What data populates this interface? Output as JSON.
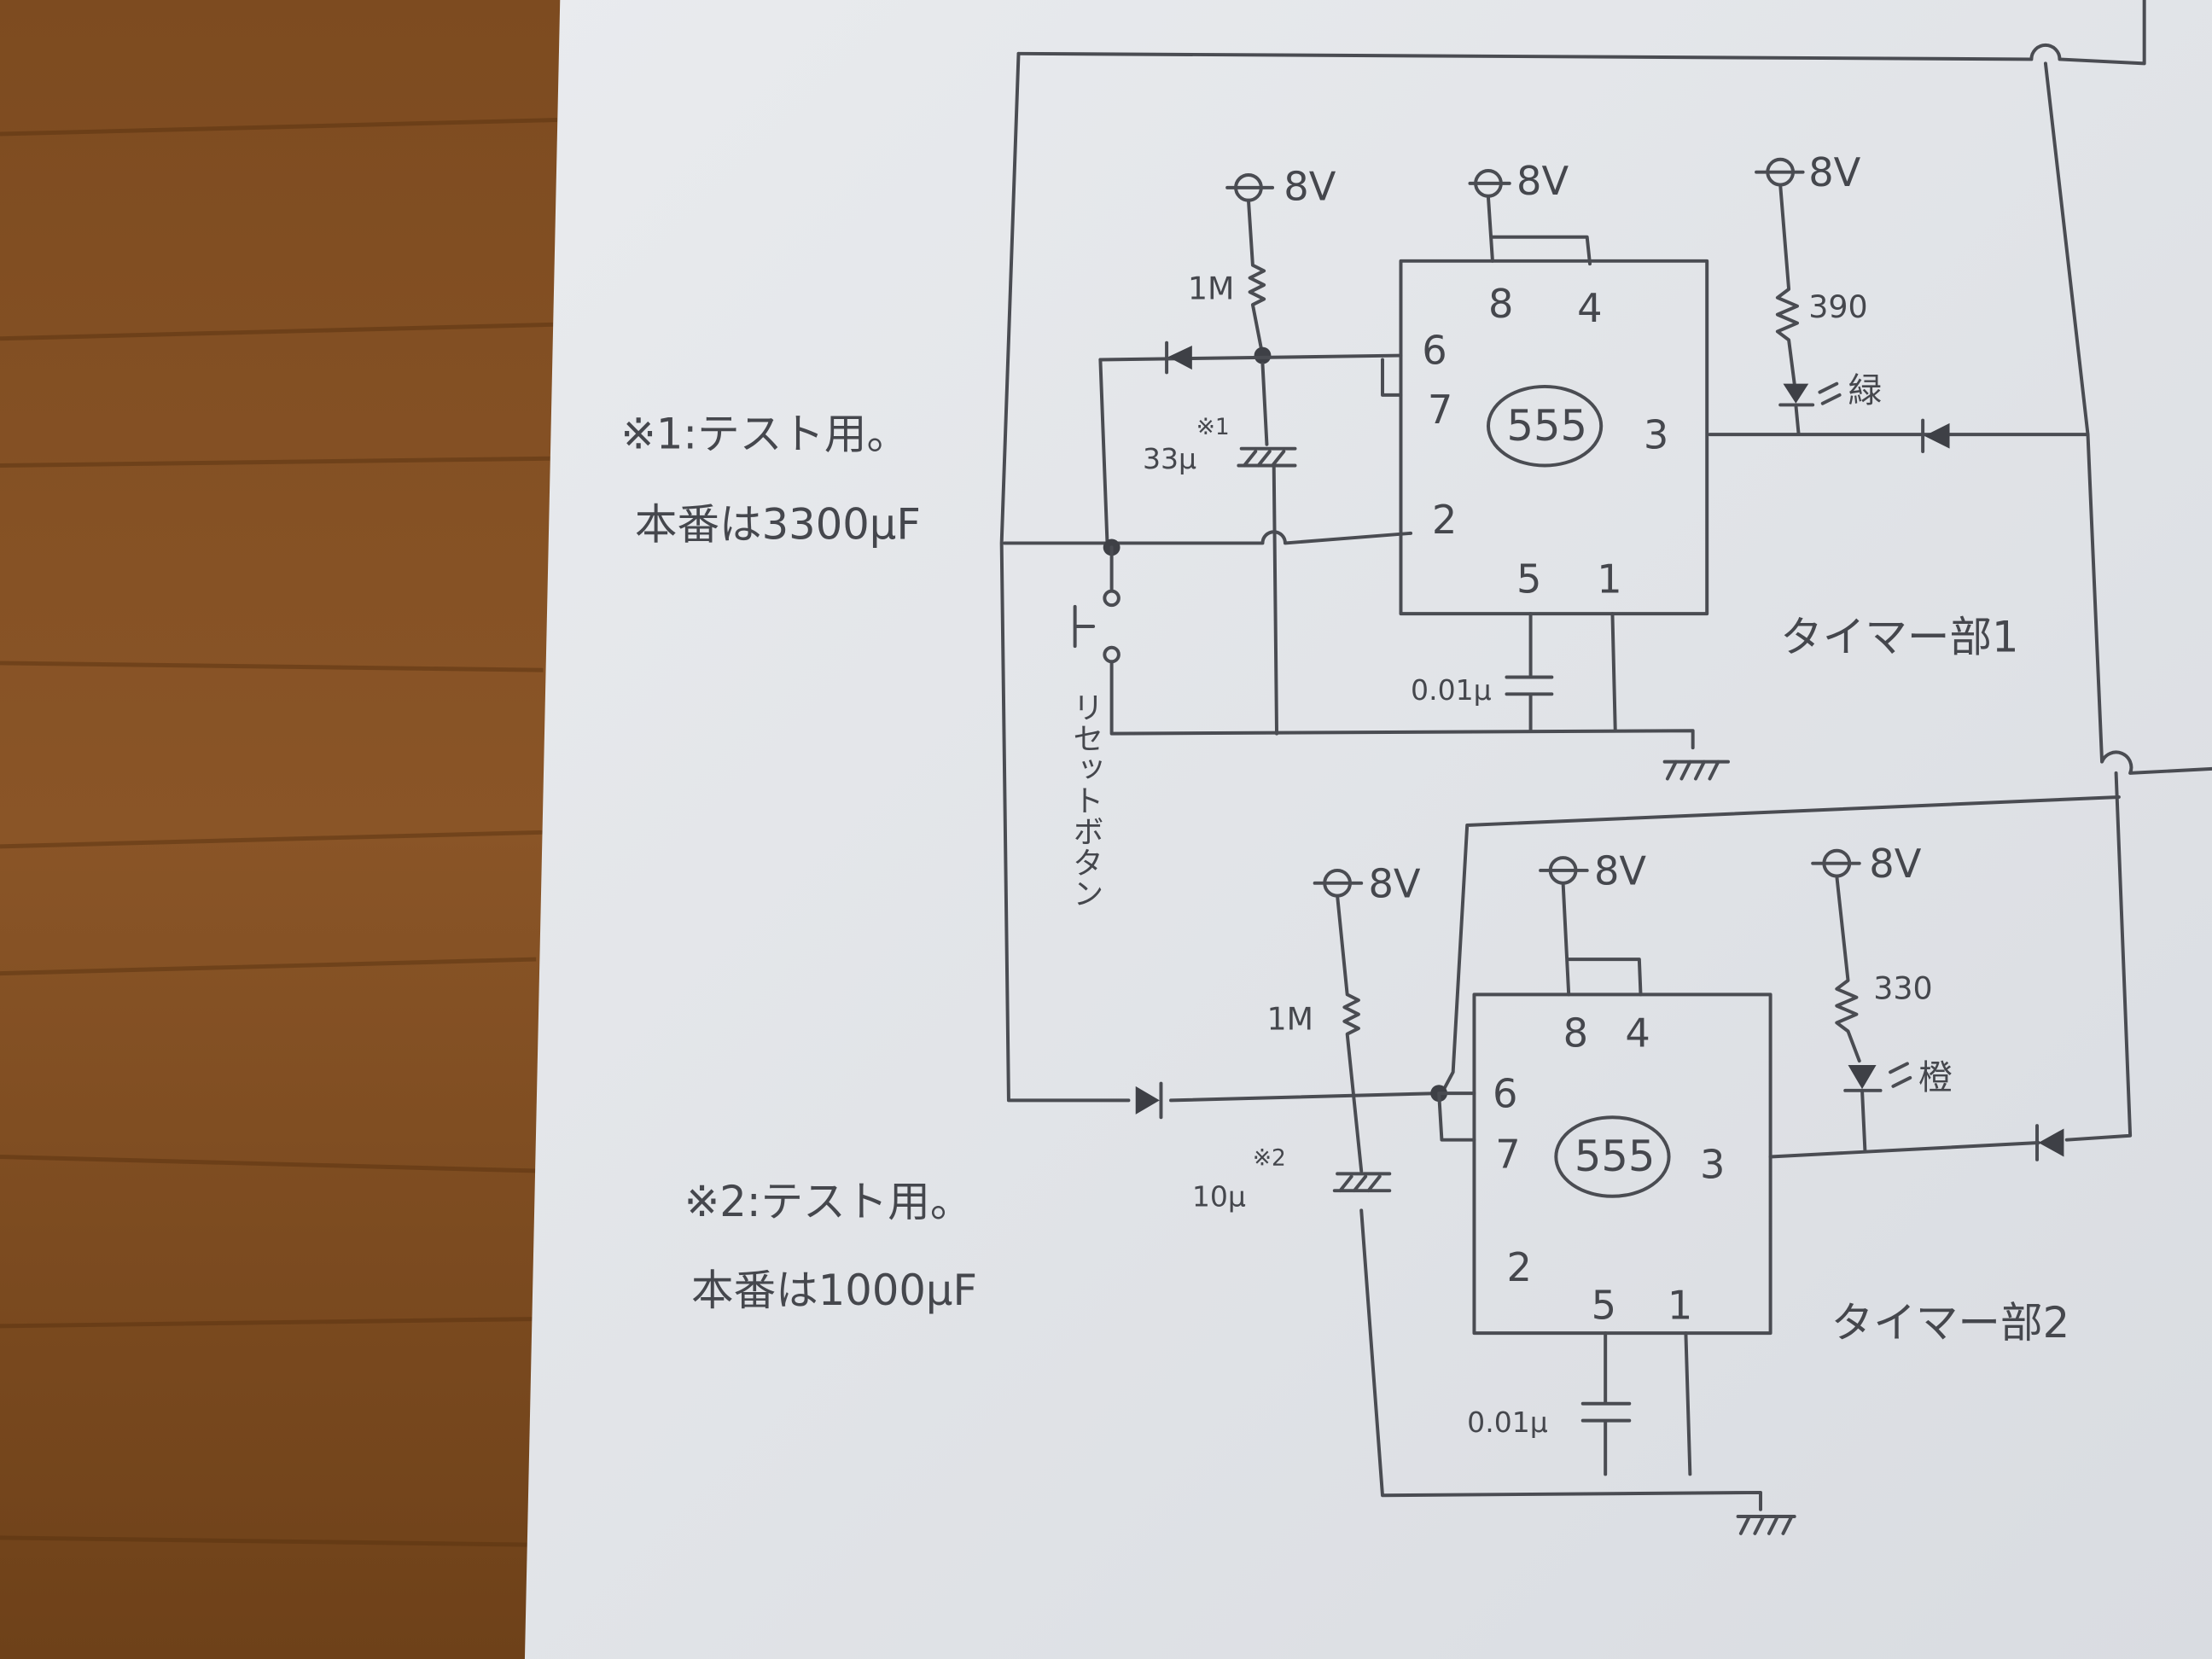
{
  "notes": {
    "note1_line1": "※1:テスト用。",
    "note1_line2": "本番は3300μF",
    "note2_line1": "※2:テスト用。",
    "note2_line2": "本番は1000μF"
  },
  "timer1": {
    "title": "タイマー部1",
    "supply_labels": [
      "8V",
      "8V",
      "8V"
    ],
    "resistor_timing": "1M",
    "resistor_led": "390",
    "led_color": "緑",
    "capacitor_timing": "33μ",
    "capacitor_mark": "※1",
    "capacitor_control": "0.01μ",
    "ic_label": "555",
    "pins": [
      "8",
      "4",
      "6",
      "7",
      "3",
      "2",
      "5",
      "1"
    ]
  },
  "timer2": {
    "title": "タイマー部2",
    "supply_labels": [
      "8V",
      "8V",
      "8V"
    ],
    "resistor_timing": "1M",
    "resistor_led": "330",
    "led_color": "橙",
    "capacitor_timing": "10μ",
    "capacitor_mark": "※2",
    "capacitor_control": "0.01μ",
    "ic_label": "555",
    "pins": [
      "8",
      "4",
      "6",
      "7",
      "3",
      "2",
      "5",
      "1"
    ]
  },
  "reset_button": {
    "label": "リセットボタン"
  },
  "colors": {
    "wood": "#7a4a22",
    "paper": "#e3e6ea",
    "pencil": "#4a4c52"
  }
}
